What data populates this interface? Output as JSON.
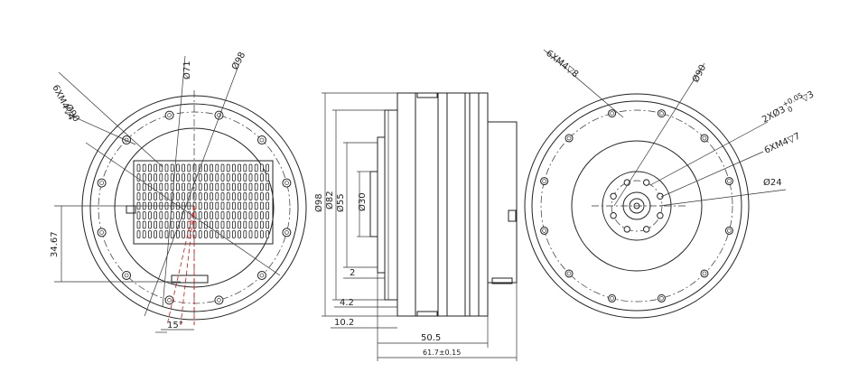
{
  "left_view": {
    "thread_spec": "6XM4",
    "thread_depth": "4",
    "dia_90": "Ø90",
    "dia_71": "Ø71",
    "dia_98": "Ø98",
    "height_dim": "34.67",
    "angle": "15°"
  },
  "middle_view": {
    "dia_98": "Ø98",
    "dia_82": "Ø82",
    "dia_55": "Ø55",
    "dia_30": "Ø30",
    "dim_2": "2",
    "dim_4_2": "4.2",
    "dim_10_2": "10.2",
    "dim_50_5": "50.5",
    "dim_61_7": "61.7±0.15"
  },
  "right_view": {
    "thread_spec_outer": "6XM4",
    "thread_depth_outer": "8",
    "dia_90": "Ø90",
    "pin_spec": "2XØ3",
    "pin_tol": "+0.05",
    "pin_tol_low": "0",
    "pin_depth": "3",
    "thread_spec_inner": "6XM4",
    "thread_depth_inner": "7",
    "dia_24": "Ø24"
  }
}
